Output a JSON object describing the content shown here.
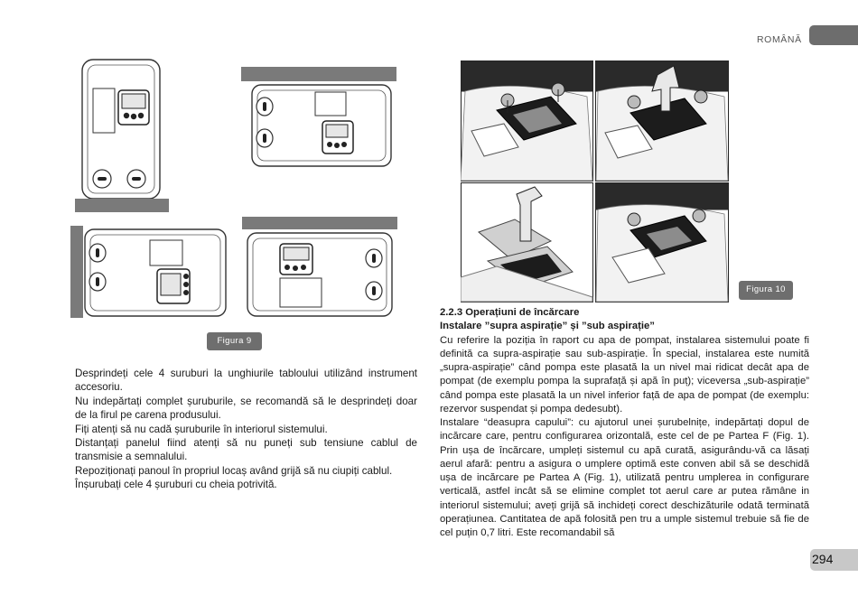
{
  "header": {
    "language": "ROMÂNĂ"
  },
  "figures": {
    "fig9_caption": "Figura 9",
    "fig10_caption": "Figura 10"
  },
  "left_column": {
    "paragraphs": [
      "Desprindeți cele 4 suruburi la unghiurile tabloului utilizând instrument accesoriu.",
      "Nu indepărtați complet șuruburile, se recomandă să le desprindeți doar de la firul pe carena produsului.",
      "Fiți atenți să nu cadă șuruburile în interiorul sistemului.",
      "Distanțați panelul fiind atenți să nu puneți sub tensiune cablul de transmisie a semnalului.",
      "Repoziționați panoul în propriul locaș având grijă să nu ciupiți cablul.",
      "Înșurubați cele 4 șuruburi cu cheia potrivită."
    ]
  },
  "right_column": {
    "section_heading": "2.2.3 Operațiuni de încărcare",
    "subheading": "Instalare ”supra aspirație” și ”sub aspirație”",
    "paragraphs": [
      "Cu referire la poziția în raport cu apa de pompat, instalarea sistemului poate fi definită ca supra-aspirație sau sub-aspirație. În special, instalarea este numită „supra-aspirație” când pompa este plasată la un nivel mai ridicat decât apa de pompat (de exemplu pompa la suprafață și apă în puț); viceversa „sub-aspirație” când pompa este plasată la un nivel inferior față de apa de pompat (de exemplu: rezervor suspendat și pompa dedesubt).",
      "Instalare “deasupra capului”: cu ajutorul unei șurubelnițe, indepărtați dopul de incărcare care, pentru configurarea orizontală, este cel de pe Partea F (Fig. 1). Prin ușa de încărcare, umpleți sistemul cu apă curată, asigurându-vă ca lăsați aerul afară: pentru a asigura o umplere optimă este conven abil să se deschidă ușa de incărcare pe Partea A (Fig. 1), utilizată pentru umplerea in configurare verticală, astfel incât să se elimine complet tot aerul care ar putea rămâne in interiorul sistemului; aveți grijă să inchideți corect deschizăturile odată terminată operațiunea. Cantitatea de apă folosită pen tru a umple sistemul trebuie să fie de cel puțin 0,7 litri. Este recomandabil să"
    ]
  },
  "footer": {
    "page_number": "294"
  }
}
